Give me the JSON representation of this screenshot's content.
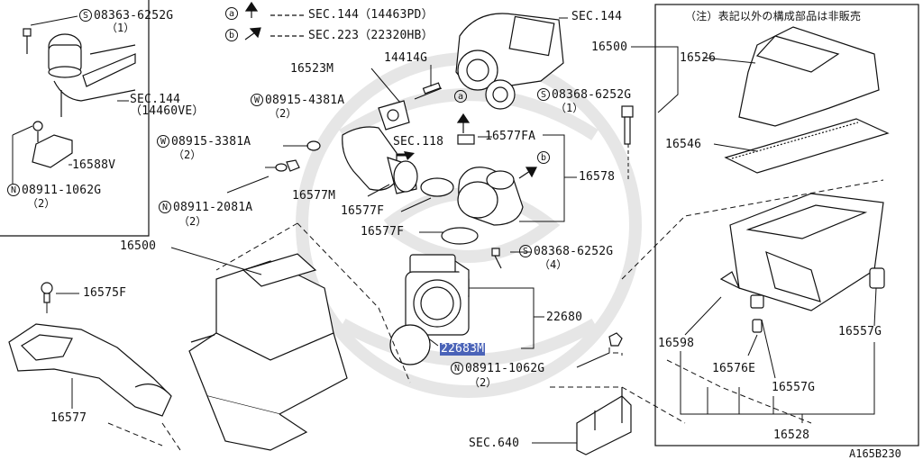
{
  "diagram_id": "A165B230",
  "note_jp": "（注）表記以外の構成部品は非販売",
  "sec_refs": {
    "a_marker": "a",
    "b_marker": "b",
    "a_text": "SEC.144（14463PD）",
    "b_text": "SEC.223（22320HB）",
    "sec144_top": "SEC.144",
    "sec144_left": "SEC.144",
    "sec144_left_sub": "（14460VE）",
    "sec118": "SEC.118",
    "sec640": "SEC.640"
  },
  "parts": {
    "s_08363": "08363-6252G",
    "s_08363_qty": "（1）",
    "n_08911_left": "08911-1062G",
    "n_08911_left_qty": "（2）",
    "p16588V": "16588V",
    "w_08915_3381": "08915-3381A",
    "w_08915_3381_qty": "（2）",
    "w_08915_4381": "08915-4381A",
    "w_08915_4381_qty": "（2）",
    "p16523M": "16523M",
    "p14414G": "14414G",
    "n_08911_2081": "08911-2081A",
    "n_08911_2081_qty": "（2）",
    "p16577M": "16577M",
    "p16577F": "16577F",
    "p16577F_2": "16577F",
    "p16577FA": "16577FA",
    "p16578": "16578",
    "s_08368_top": "08368-6252G",
    "s_08368_top_qty": "（1）",
    "s_08368_mid": "08368-6252G",
    "s_08368_mid_qty": "（4）",
    "p16500_left": "16500",
    "p16500_right": "16500",
    "p16575F": "16575F",
    "p16577": "16577",
    "p22680": "22680",
    "p22683M": "22683M",
    "n_08911_bottom": "08911-1062G",
    "n_08911_bottom_qty": "（2）",
    "p16526": "16526",
    "p16546": "16546",
    "p16598": "16598",
    "p16576E": "16576E",
    "p16557G_right": "16557G",
    "p16557G_bottom": "16557G",
    "p16528": "16528"
  },
  "prefix": {
    "s": "S",
    "w": "W",
    "n": "N"
  },
  "colors": {
    "highlight": "#4a63b8",
    "line": "#111111",
    "watermark": "#e4e4e4"
  }
}
